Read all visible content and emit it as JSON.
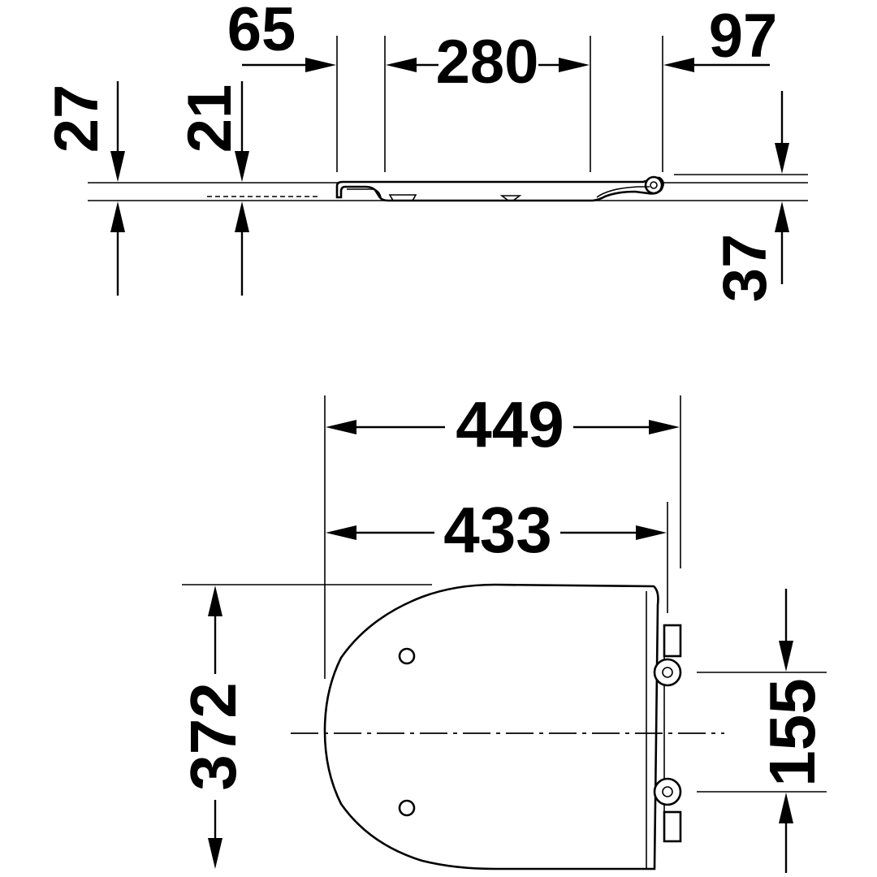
{
  "side_view": {
    "top_dims": [
      "65",
      "280",
      "97"
    ],
    "left_dims": [
      "27",
      "21"
    ],
    "right_dims": [
      "37"
    ]
  },
  "top_view": {
    "width_dims": [
      "449",
      "433"
    ],
    "length_dim": "372",
    "hinge_spacing_dim": "155"
  }
}
